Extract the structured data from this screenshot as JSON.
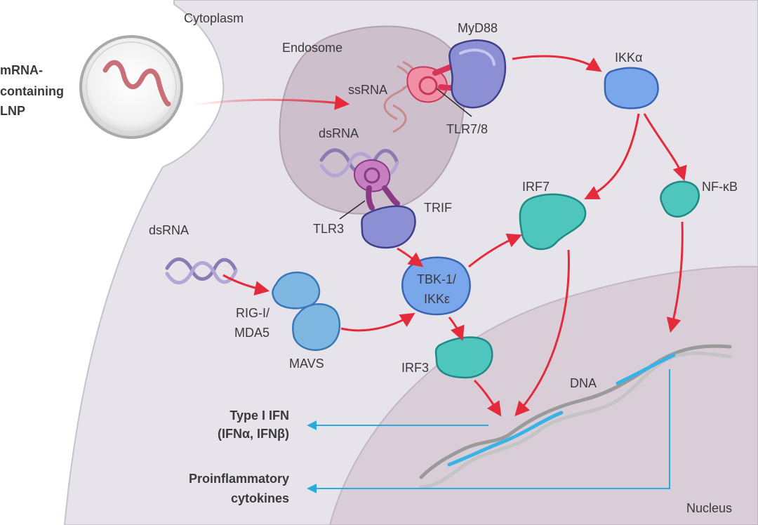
{
  "labels": {
    "cytoplasm": "Cytoplasm",
    "endosome": "Endosome",
    "nucleus": "Nucleus",
    "lnp": [
      "mRNA-",
      "containing",
      "LNP"
    ],
    "ssrna": "ssRNA",
    "dsrna_endosome": "dsRNA",
    "dsrna_cytoplasm": "dsRNA",
    "myd88": "MyD88",
    "ikka": "IKKα",
    "tlr78": "TLR7/8",
    "tlr3": "TLR3",
    "trif": "TRIF",
    "irf7": "IRF7",
    "nfkb": "NF-κB",
    "rigi": [
      "RIG-I/",
      "MDA5"
    ],
    "mavs": "MAVS",
    "tbk": [
      "TBK-1/",
      "IKKε"
    ],
    "irf3": "IRF3",
    "dna": "DNA"
  },
  "outputs": {
    "type1ifn": [
      "Type I IFN",
      "(IFNα, IFNβ)"
    ],
    "cytokines": [
      "Proinflammatory",
      "cytokines"
    ]
  },
  "colors": {
    "cell": "#e7e3ea",
    "endosome": "#cdbfcc",
    "nucleus": "#d9cdd8",
    "arrow_red": "#e52a3c",
    "arrow_blue": "#29a9dc",
    "tlr_pink": "#f28fa4",
    "tlr3_purple": "#c67fc0",
    "myd88_blue": "#8c8fd4",
    "ikk_blue": "#7aa6ec",
    "teal": "#4fc6bd",
    "rig_blue": "#7fb7e3",
    "dna_blue": "#38b3e6"
  }
}
